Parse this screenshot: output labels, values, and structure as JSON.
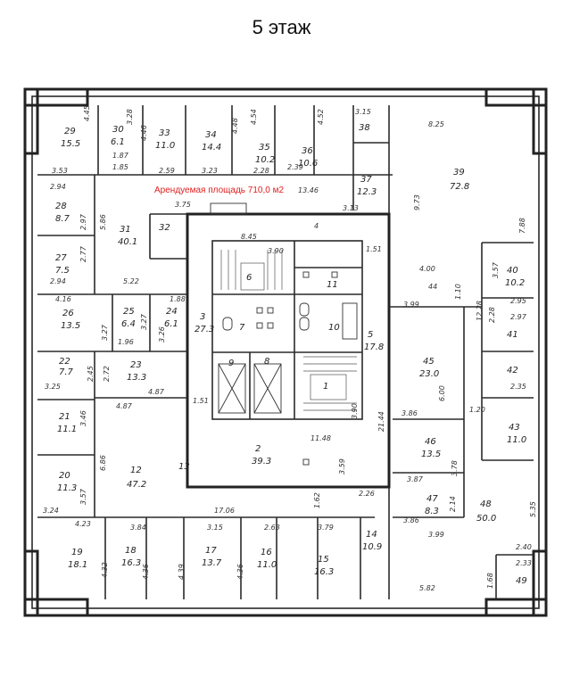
{
  "title": "5 этаж",
  "rent_label": "Арендуемая площадь 710,0 м2",
  "rooms": [
    {
      "num": "29",
      "area": "15.5"
    },
    {
      "num": "30",
      "area": "6.1"
    },
    {
      "num": "33",
      "area": "11.0"
    },
    {
      "num": "34",
      "area": "14.4"
    },
    {
      "num": "35",
      "area": "10.2"
    },
    {
      "num": "36",
      "area": "10.6"
    },
    {
      "num": "37",
      "area": "12.3"
    },
    {
      "num": "38",
      "area": ""
    },
    {
      "num": "39",
      "area": "72.8"
    },
    {
      "num": "28",
      "area": "8.7"
    },
    {
      "num": "31",
      "area": "40.1"
    },
    {
      "num": "32",
      "area": ""
    },
    {
      "num": "27",
      "area": "7.5"
    },
    {
      "num": "26",
      "area": "13.5"
    },
    {
      "num": "25",
      "area": "6.4"
    },
    {
      "num": "24",
      "area": "6.1"
    },
    {
      "num": "3",
      "area": "27.3"
    },
    {
      "num": "6",
      "area": ""
    },
    {
      "num": "11",
      "area": ""
    },
    {
      "num": "7",
      "area": ""
    },
    {
      "num": "10",
      "area": ""
    },
    {
      "num": "5",
      "area": "17.8"
    },
    {
      "num": "9",
      "area": ""
    },
    {
      "num": "8",
      "area": ""
    },
    {
      "num": "1",
      "area": ""
    },
    {
      "num": "40",
      "area": "10.2"
    },
    {
      "num": "41",
      "area": ""
    },
    {
      "num": "42",
      "area": ""
    },
    {
      "num": "43",
      "area": "11.0"
    },
    {
      "num": "45",
      "area": "23.0"
    },
    {
      "num": "22",
      "area": "7.7"
    },
    {
      "num": "23",
      "area": "13.3"
    },
    {
      "num": "21",
      "area": "11.1"
    },
    {
      "num": "2",
      "area": "39.3"
    },
    {
      "num": "46",
      "area": "13.5"
    },
    {
      "num": "20",
      "area": "11.3"
    },
    {
      "num": "12",
      "area": "47.2"
    },
    {
      "num": "13",
      "area": ""
    },
    {
      "num": "47",
      "area": "8.3"
    },
    {
      "num": "48",
      "area": "50.0"
    },
    {
      "num": "19",
      "area": "18.1"
    },
    {
      "num": "18",
      "area": "16.3"
    },
    {
      "num": "17",
      "area": "13.7"
    },
    {
      "num": "16",
      "area": "11.0"
    },
    {
      "num": "15",
      "area": "16.3"
    },
    {
      "num": "14",
      "area": "10.9"
    },
    {
      "num": "49",
      "area": ""
    }
  ],
  "dimensions": [
    "4.45",
    "3.28",
    "4.46",
    "4.48",
    "4.54",
    "4.52",
    "3.15",
    "8.25",
    "3.53",
    "1.87",
    "1.85",
    "2.59",
    "3.23",
    "2.28",
    "2.39",
    "13.46",
    "2.94",
    "2.97",
    "5.86",
    "3.75",
    "3.13",
    "9.73",
    "7.88",
    "8.45",
    "3.90",
    "4",
    "1.51",
    "2.77",
    "2.94",
    "5.22",
    "1.88",
    "4.00",
    "44",
    "3.57",
    "4.16",
    "3.27",
    "3.27",
    "3.26",
    "3.99",
    "1.10",
    "12.28",
    "2.28",
    "2.95",
    "2.97",
    "1.96",
    "2.45",
    "2.72",
    "4.87",
    "6.00",
    "2.35",
    "3.25",
    "4.87",
    "1.51",
    "3.90",
    "3.86",
    "1.20",
    "3.46",
    "21.44",
    "11.48",
    "6.86",
    "3.59",
    "3.78",
    "3.87",
    "2.26",
    "3.57",
    "1.62",
    "2.14",
    "5.35",
    "3.24",
    "4.23",
    "17.06",
    "3.86",
    "3.84",
    "3.15",
    "2.63",
    "3.79",
    "3.99",
    "2.40",
    "2.33",
    "4.32",
    "4.36",
    "4.39",
    "4.36",
    "5.82",
    "1.68"
  ]
}
